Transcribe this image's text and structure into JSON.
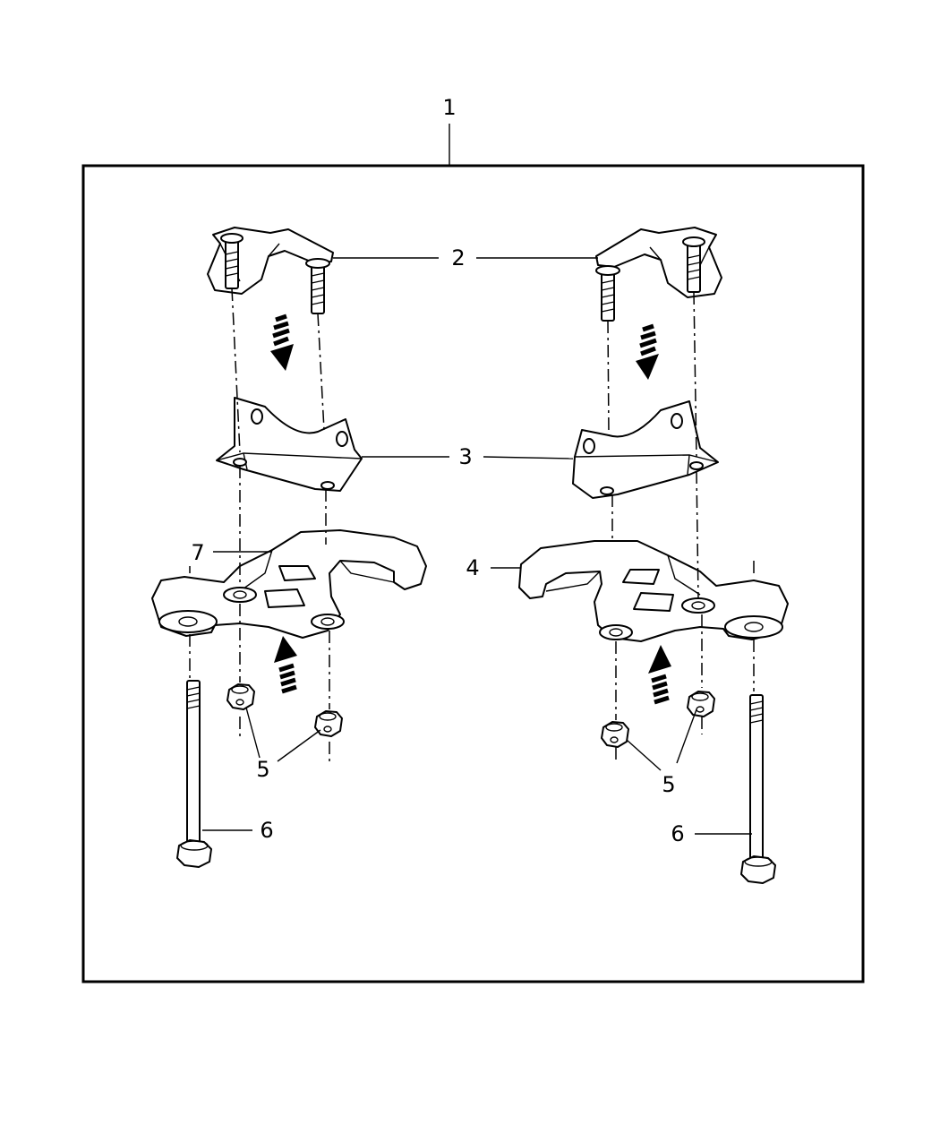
{
  "callouts": {
    "c1": "1",
    "c2": "2",
    "c3": "3",
    "c4": "4",
    "c5_left": "5",
    "c5_right": "5",
    "c6_left": "6",
    "c6_right": "6",
    "c7": "7"
  }
}
